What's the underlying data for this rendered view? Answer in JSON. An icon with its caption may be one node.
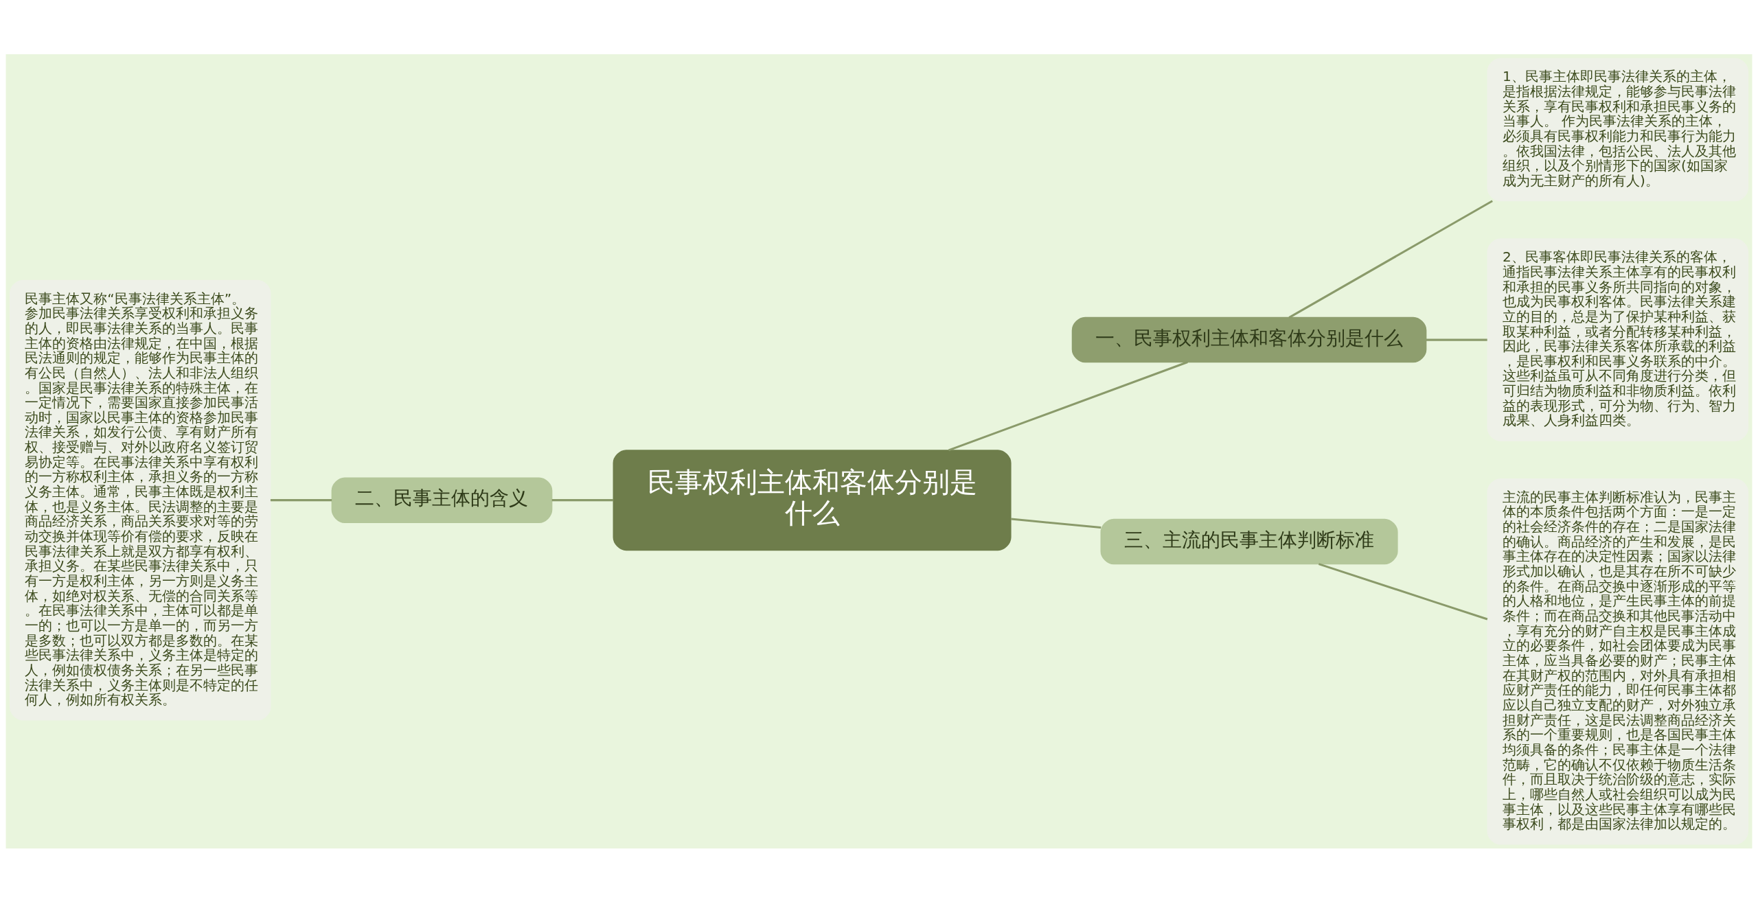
{
  "diagram": {
    "nodes": [
      {
        "text": [
          "民事权利主体和客体分别是什么"
        ]
      },
      {
        "text": [
          "一、民事权利主体和客体分别是什么"
        ]
      },
      {
        "text": [
          "1、民事主体即民事法律关系的主体，是指根据法律规定，能够参与民事法律关系，享有民事权利和承担民事义务的当事人。 作为民事法律关系的主体，必须具有民事权利能力和民事行为能力。依我国法律，包括公民、法人及其他组织，以及个别情形下的国家(如国家成为无主财产的所有人)。"
        ]
      },
      {
        "text": [
          "2、民事客体即民事法律关系的客体，通指民事法律关系主体享有的民事权利和承担的民事义务所共同指向的对象，也成为民事权利客体。民事法律关系建立的目的，总是为了保护某种利益、获取某种利益，或者分配转移某种利益，因此，民事法律关系客体所承载的利益，是民事权利和民事义务联系的中介。这些利益虽可从不同角度进行分类，但可归结为物质利益和非物质利益。依利益的表现形式，可分为物、行为、智力成果、人身利益四类。"
        ]
      },
      {
        "text": [
          "二、民事主体的含义"
        ]
      },
      {
        "text": [
          "民事主体又称“民事法律关系主体”。参加民事法律关系享受权利和承担义务的人，即民事法律关系的当事人。民事主体的资格由法律规定，在中国，根据民法通则的规定，能够作为民事主体的有公民（自然人）、法人和非法人组织。国家是民事法律关系的特殊主体，在一定情况下，需要国家直接参加民事活动时，国家以民事主体的资格参加民事法律关系，如发行公债、享有财产所有权、接受赠与、对外以政府名义签订贸易协定等。在民事法律关系中享有权利的一方称权利主体，承担义务的一方称义务主体。通常，民事主体既是权利主体，也是义务主体。民法调整的主要是商品经济关系，商品关系要求对等的劳动交换并体现等价有偿的要求，反映在民事法律关系上就是双方都享有权利、承担义务。在某些民事法律关系中，只有一方是权利主体，另一方则是义务主体，如绝对权关系、无偿的合同关系等。在民事法律关系中，主体可以都是单一的；也可以一方是单一的，而另一方是多数；也可以双方都是多数的。在某些民事法律关系中，义务主体是特定的人，例如债权债务关系；在另一些民事法律关系中，义务主体则是不特定的任何人，例如所有权关系。"
        ]
      },
      {
        "text": [
          "三、主流的民事主体判断标准"
        ]
      },
      {
        "text": [
          "主流的民事主体判断标准认为，民事主体的本质条件包括两个方面：一是一定的社会经济条件的存在；二是国家法律的确认。商品经济的产生和发展，是民事主体存在的决定性因素；国家以法律形式加以确认，也是其存在所不可缺少的条件。在商品交换中逐渐形成的平等的人格和地位，是产生民事主体的前提条件；而在商品交换和其他民事活动中，享有充分的财产自主权是民事主体成立的必要条件，如社会团体要成为民事主体，应当具备必要的财产；民事主体在其财产权的范围内，对外具有承担相应财产责任的能力，即任何民事主体都应以自己独立支配的财产，对外独立承担财产责任，这是民法调整商品经济关系的一个重要规则，也是各国民事主体均须具备的条件；民事主体是一个法律范畴，它的确认不仅依赖于物质生活条件，而且取决于统治阶级的意志，实际上，哪些自然人或社会组织可以成为民事主体，以及这些民事主体享有哪些民事权利，都是由国家法律加以规定的。"
        ]
      }
    ],
    "edges": [
      {
        "from": 0,
        "to": 1,
        "arrow": "none"
      },
      {
        "from": 1,
        "to": 2,
        "arrow": "none"
      },
      {
        "from": 1,
        "to": 3,
        "arrow": "none"
      },
      {
        "from": 5,
        "to": 4,
        "arrow": "none"
      },
      {
        "from": 4,
        "to": 0,
        "arrow": "none"
      },
      {
        "from": 0,
        "to": 6,
        "arrow": "none"
      },
      {
        "from": 6,
        "to": 7,
        "arrow": "none"
      }
    ]
  }
}
